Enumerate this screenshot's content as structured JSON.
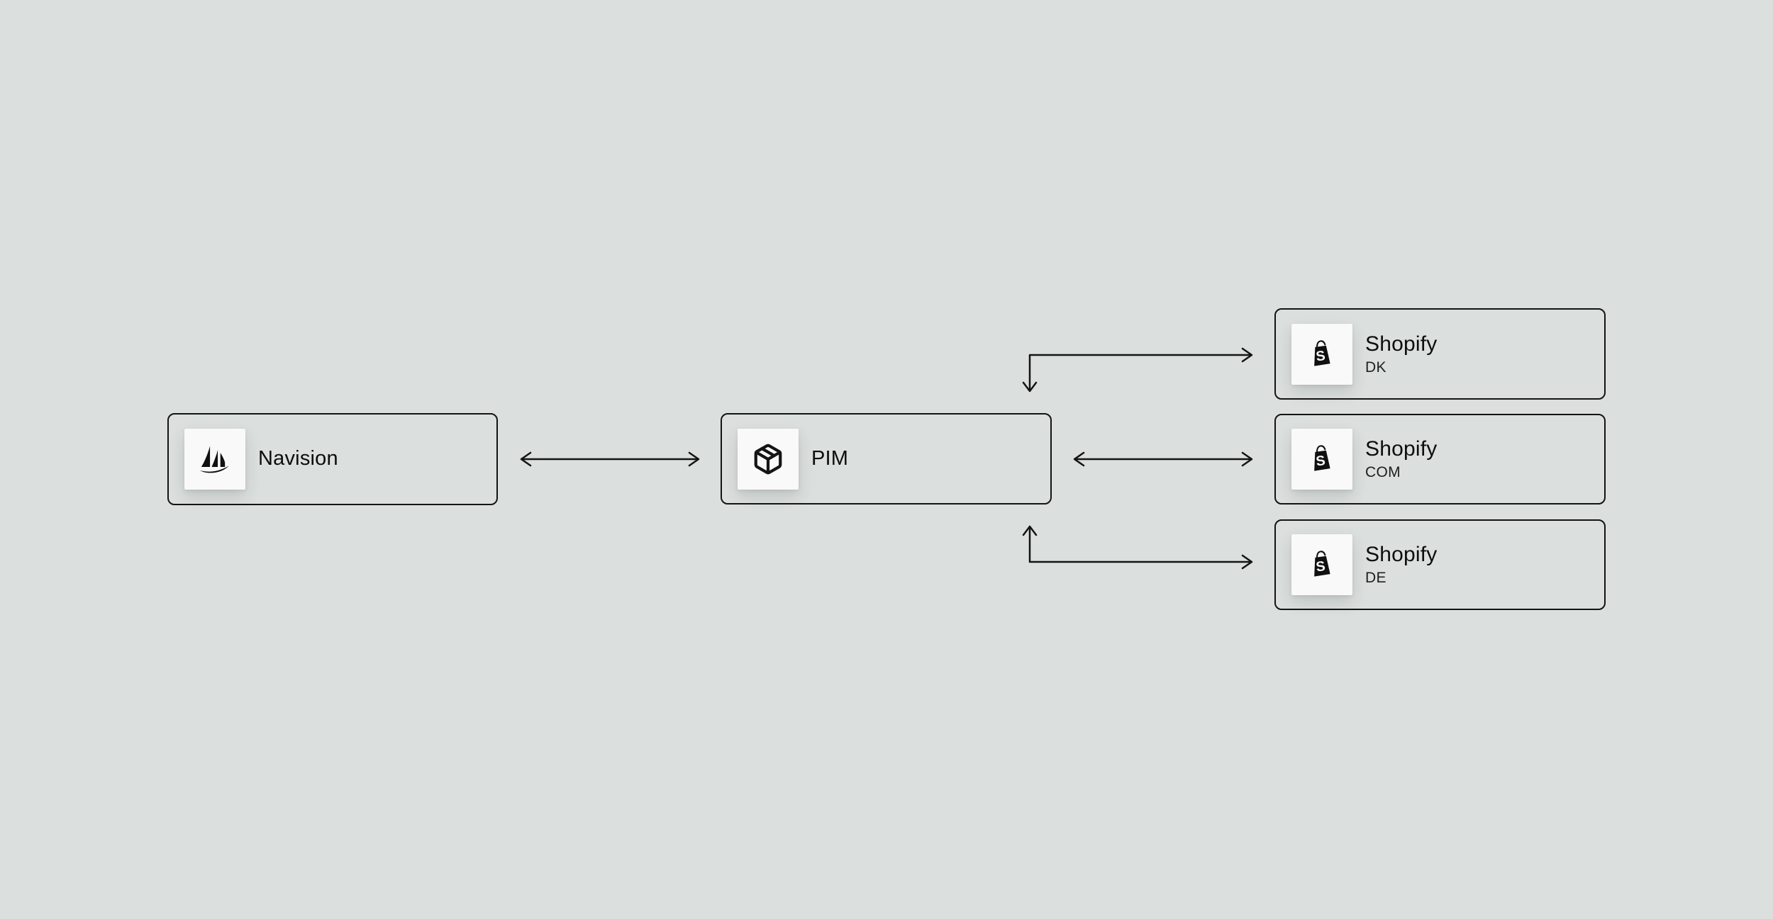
{
  "diagram": {
    "background_color": "#dbdfde",
    "box_border_color": "#141414",
    "arrow_color": "#141414",
    "icon_tile_color": "#f8f9f8",
    "title_text_color": "#0d0d0d",
    "subtitle_text_color": "#1f1f1f"
  },
  "nodes": {
    "navision": {
      "label": "Navision",
      "icon": "dynamics-nav-sails-icon"
    },
    "pim": {
      "label": "PIM",
      "icon": "package-cube-icon"
    },
    "shopify_dk": {
      "label": "Shopify",
      "sublabel": "DK",
      "icon": "shopify-bag-icon"
    },
    "shopify_com": {
      "label": "Shopify",
      "sublabel": "COM",
      "icon": "shopify-bag-icon"
    },
    "shopify_de": {
      "label": "Shopify",
      "sublabel": "DE",
      "icon": "shopify-bag-icon"
    }
  },
  "connections": [
    {
      "from": "Navision",
      "to": "PIM",
      "style": "straight",
      "direction": "bidirectional"
    },
    {
      "from": "PIM",
      "to": "Shopify DK",
      "style": "elbow",
      "direction": "bidirectional"
    },
    {
      "from": "PIM",
      "to": "Shopify COM",
      "style": "straight",
      "direction": "bidirectional"
    },
    {
      "from": "PIM",
      "to": "Shopify DE",
      "style": "elbow",
      "direction": "bidirectional"
    }
  ]
}
